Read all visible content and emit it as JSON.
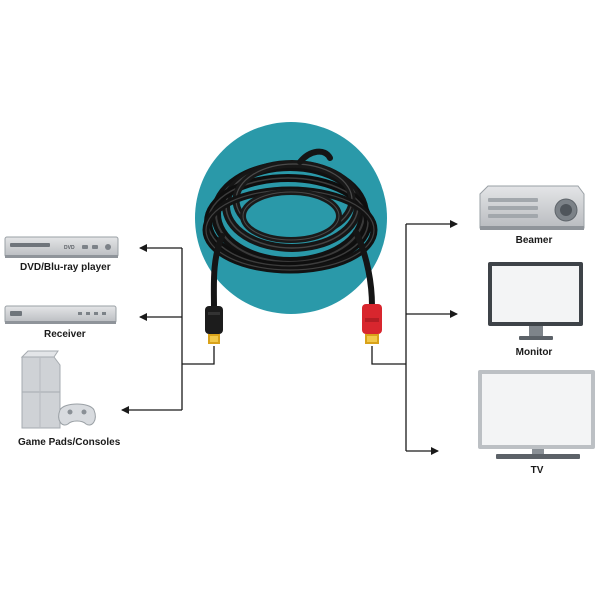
{
  "devices": {
    "sources": [
      {
        "label": "DVD/Blu-ray player",
        "icon": "dvd-player-icon"
      },
      {
        "label": "Receiver",
        "icon": "receiver-icon"
      },
      {
        "label": "Game Pads/Consoles",
        "icon": "game-console-icon"
      }
    ],
    "displays": [
      {
        "label": "Beamer",
        "icon": "projector-icon"
      },
      {
        "label": "Monitor",
        "icon": "monitor-icon"
      },
      {
        "label": "TV",
        "icon": "tv-icon"
      }
    ]
  },
  "cable": {
    "left_connector_color": "#1c1c1c",
    "right_connector_color": "#d8262e",
    "ring_color": "#2a99a9"
  }
}
